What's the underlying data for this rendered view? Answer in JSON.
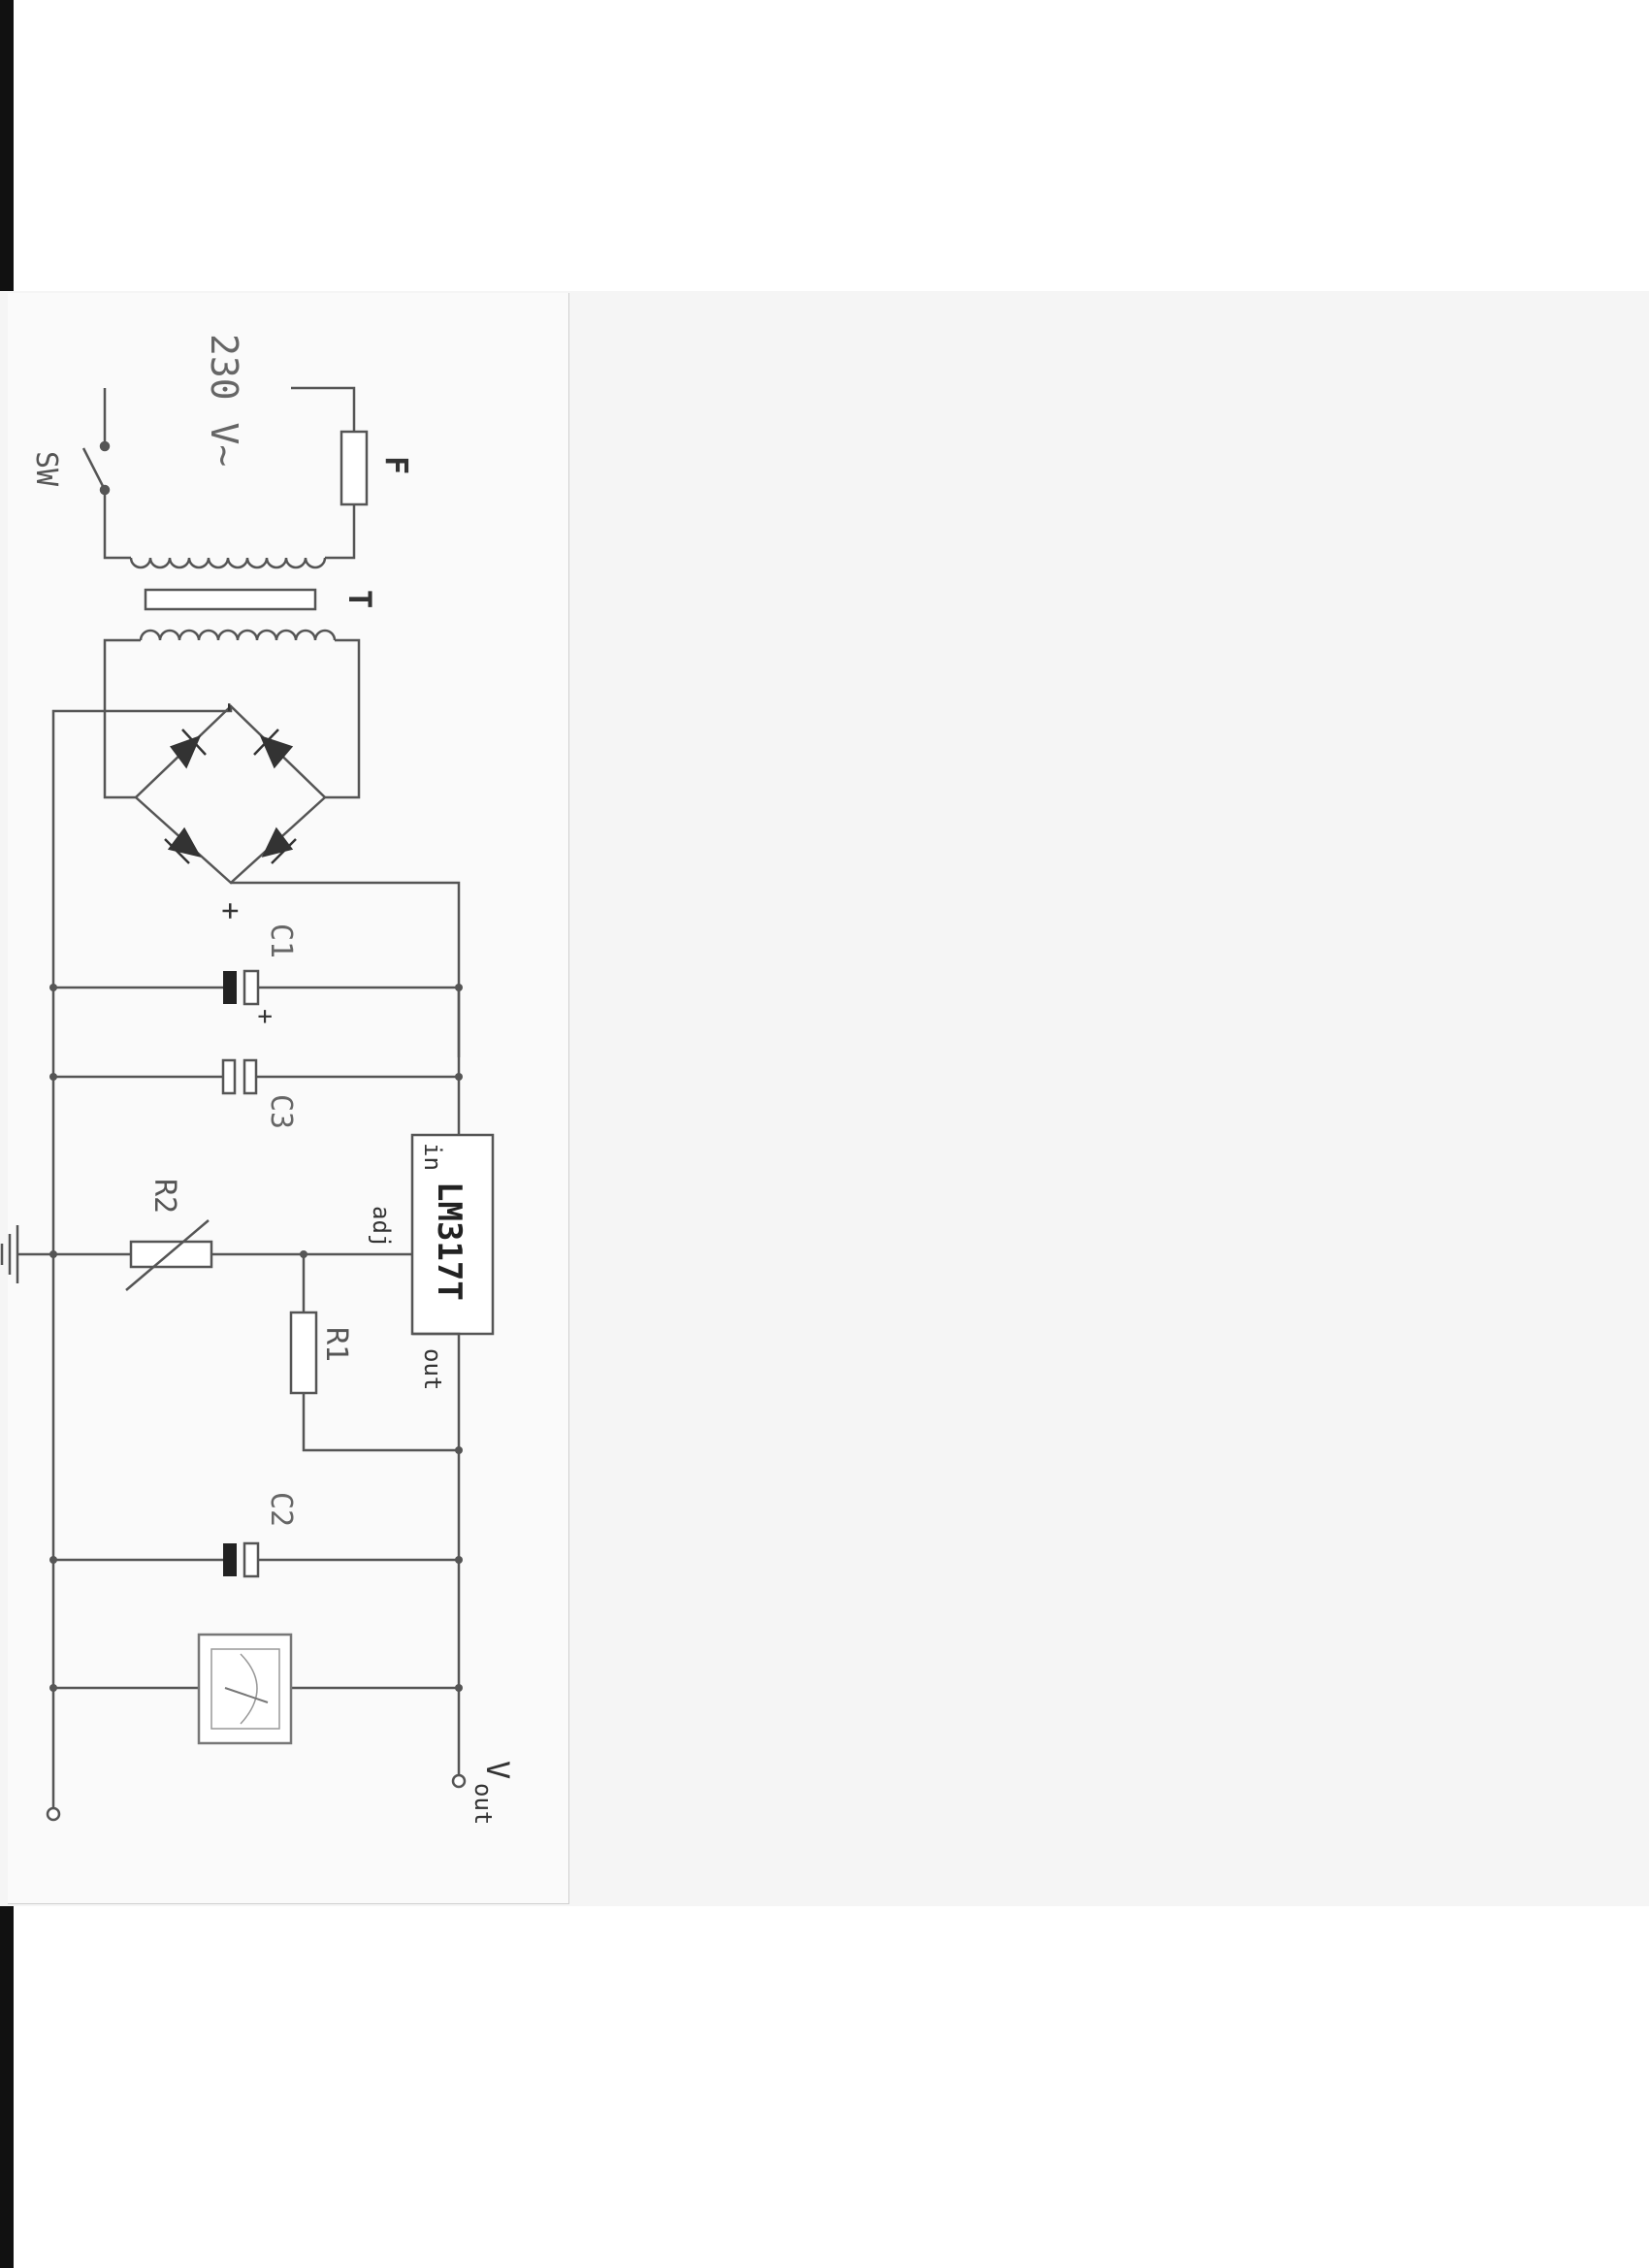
{
  "diagram": {
    "type": "circuit-schematic",
    "mains_label": "230 V~",
    "fuse_label": "F",
    "switch_label": "SW",
    "transformer_label": "T",
    "bridge_minus": "-",
    "bridge_plus": "+",
    "c1_label": "C1",
    "c1_polarity": "+",
    "c2_label": "C2",
    "c3_label": "C3",
    "r1_label": "R1",
    "r2_label": "R2",
    "regulator_label": "LM317T",
    "pin_in": "in",
    "pin_adj": "adj",
    "pin_out": "out",
    "vout_label": "V",
    "vout_sub": "out"
  }
}
